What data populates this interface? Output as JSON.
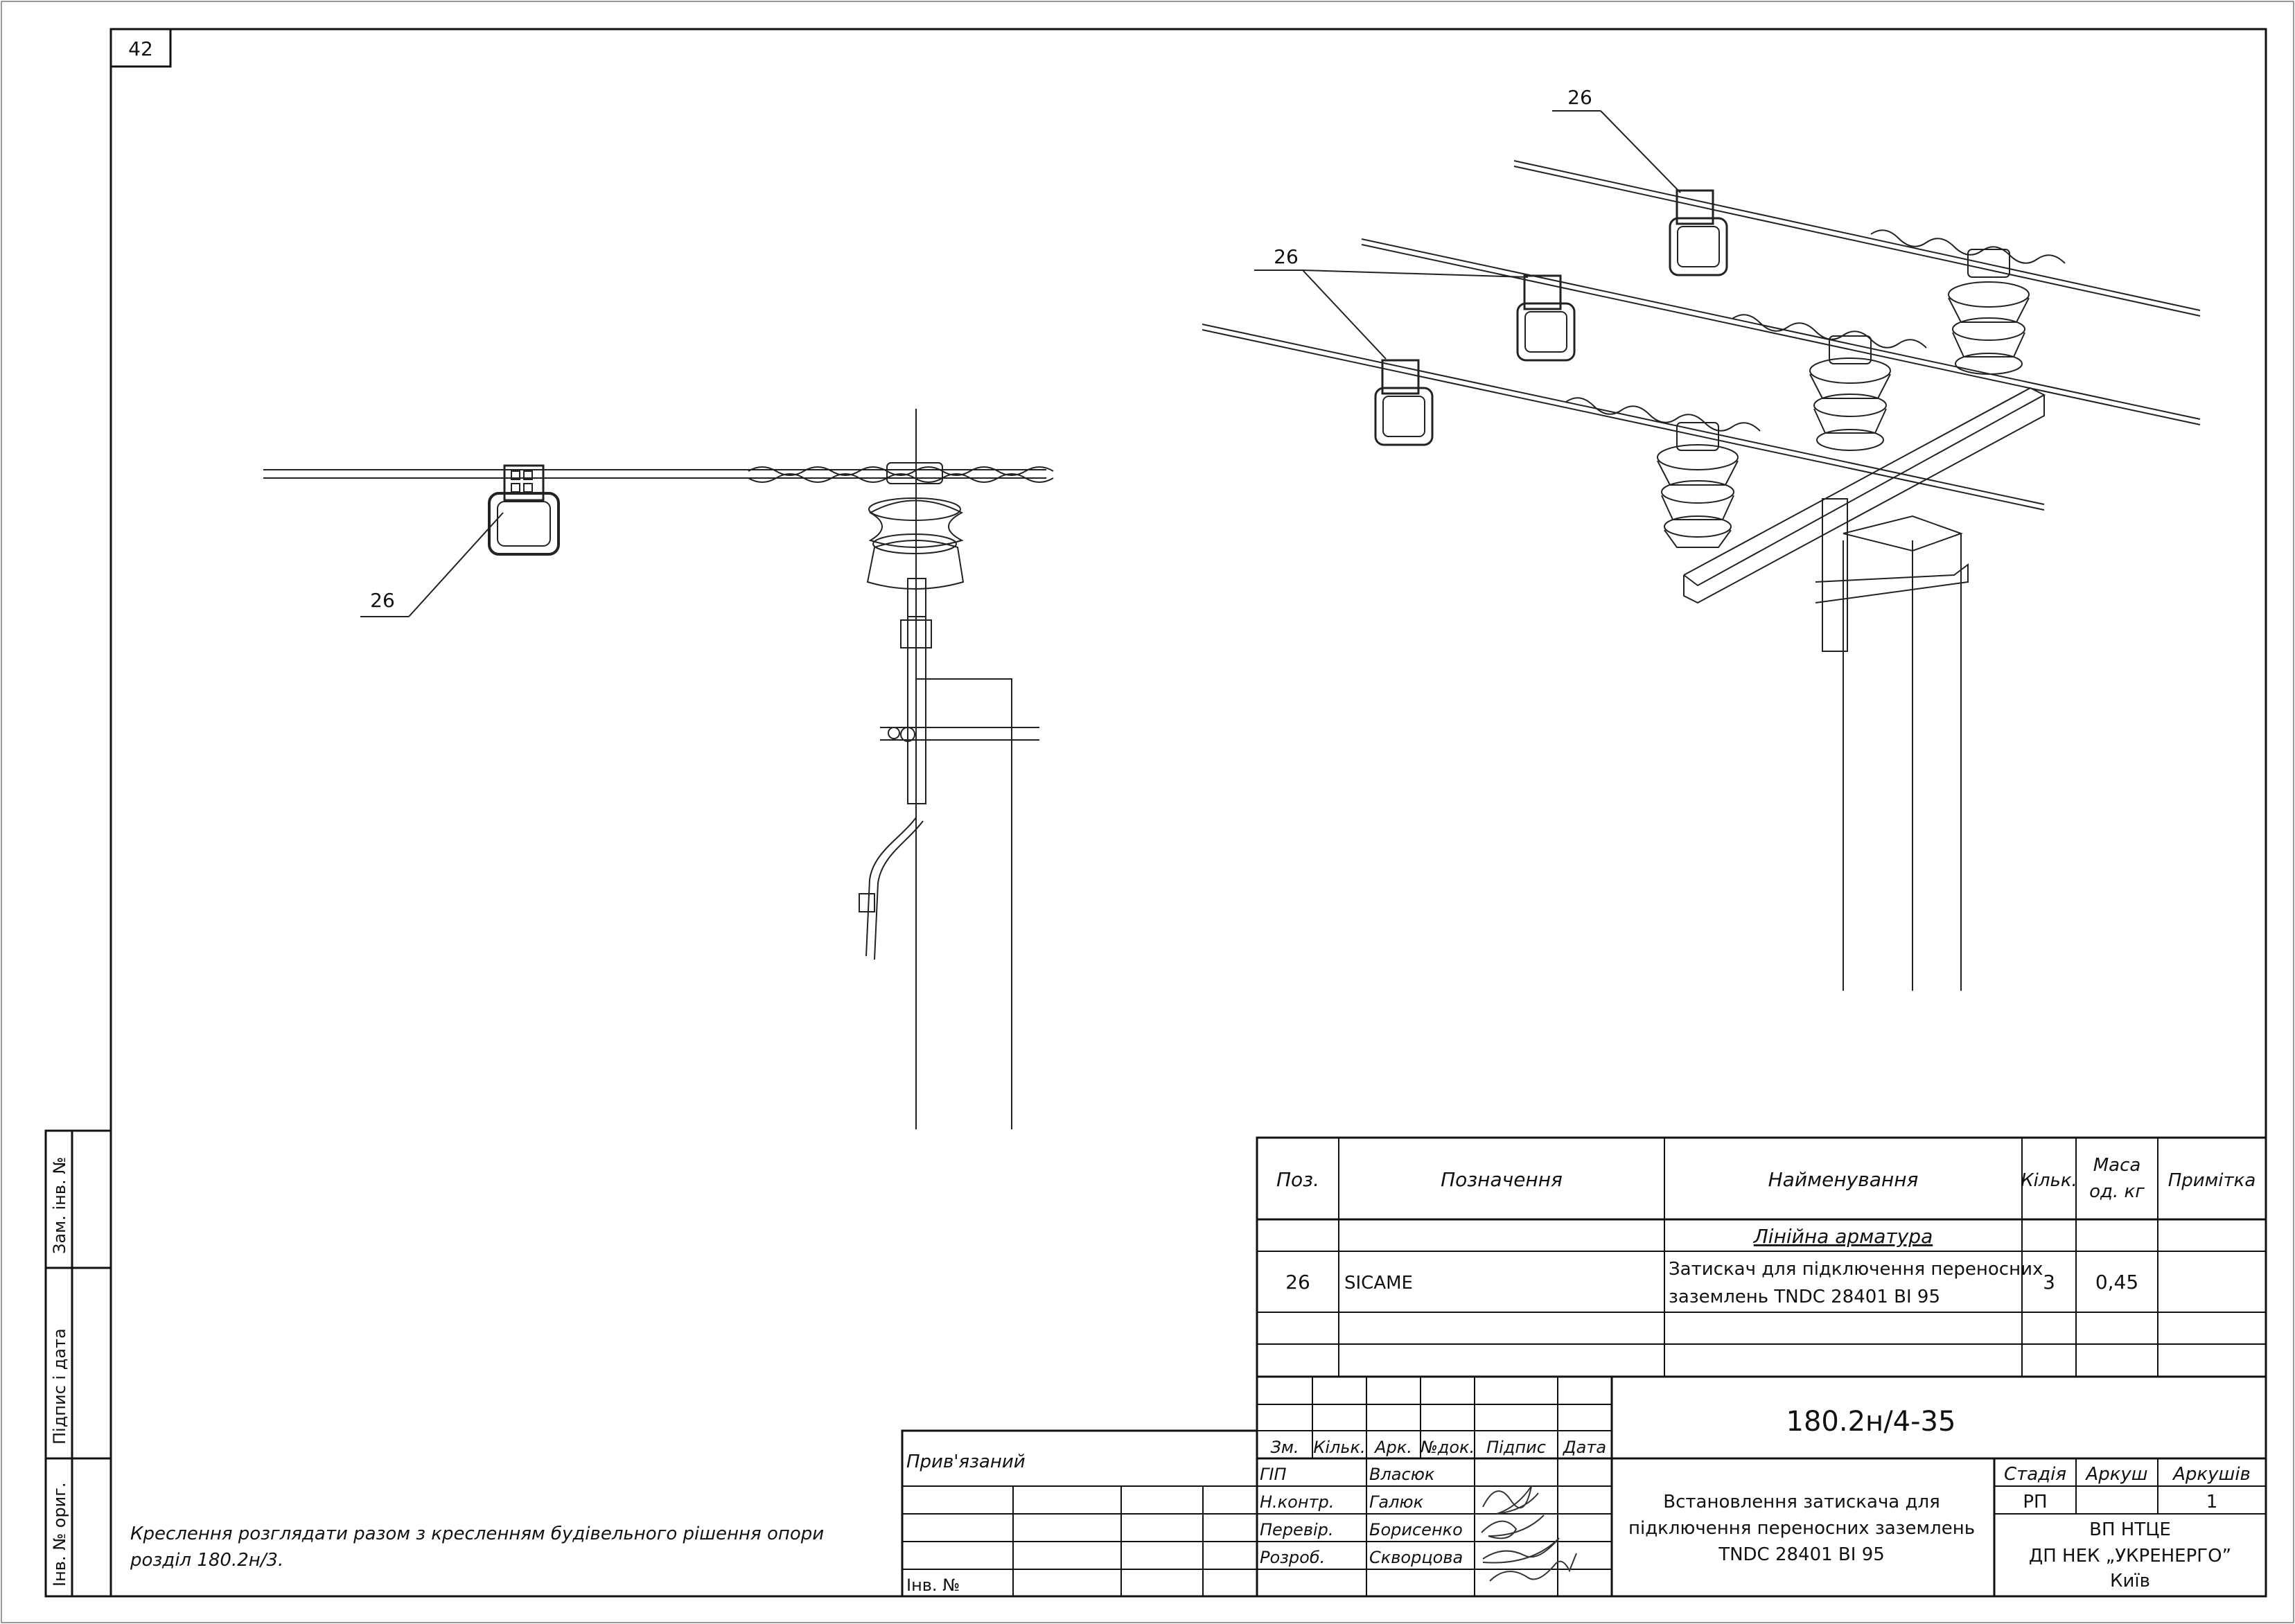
{
  "sheet": {
    "number": "42"
  },
  "drawing": {
    "callouts": [
      {
        "label": "26"
      },
      {
        "label": "26"
      },
      {
        "label": "26"
      }
    ]
  },
  "left_stamp": {
    "zam_inv": "Зам. інв. №",
    "pidpys_data": "Підпис і дата",
    "inv_orig": "Інв. № ориг."
  },
  "note": {
    "line1": "Креслення розглядати разом з кресленням будівельного рішення опори",
    "line2": "розділ 180.2н/3."
  },
  "bound": {
    "label": "Прив'язаний",
    "inv": "Інв. №"
  },
  "spec": {
    "headers": {
      "poz": "Поз.",
      "poznachennya": "Позначення",
      "naymenuvannya": "Найменування",
      "kilk": "Кільк.",
      "masa_1": "Маса",
      "masa_2": "од. кг",
      "prymitka": "Примітка"
    },
    "section": "Лінійна арматура",
    "rows": [
      {
        "poz": "26",
        "code": "SICAME",
        "name_1": "Затискач для підключення переносних",
        "name_2": "заземлень TNDC 28401 BI 95",
        "qty": "3",
        "mass": "0,45"
      }
    ]
  },
  "title_block": {
    "code": "180.2н/4-35",
    "headers": {
      "zm": "Зм.",
      "kilk": "Кільк.",
      "ark": "Арк.",
      "ndok": "№док.",
      "pidpys": "Підпис",
      "data": "Дата"
    },
    "staff": [
      {
        "role": "ГІП",
        "name": "Власюк"
      },
      {
        "role": "Н.контр.",
        "name": "Галюк"
      },
      {
        "role": "Перевір.",
        "name": "Борисенко"
      },
      {
        "role": "Розроб.",
        "name": "Скворцова"
      }
    ],
    "title_1": "Встановлення затискача для",
    "title_2": "підключення переносних заземлень",
    "title_3": "TNDC 28401 BI 95",
    "stage_label": "Стадія",
    "sheet_label": "Аркуш",
    "sheets_label": "Аркушів",
    "stage": "РП",
    "sheet": "",
    "sheets": "1",
    "org_1": "ВП НТЦЕ",
    "org_2": "ДП НЕК „УКРЕНЕРГО”",
    "org_3": "Київ"
  }
}
